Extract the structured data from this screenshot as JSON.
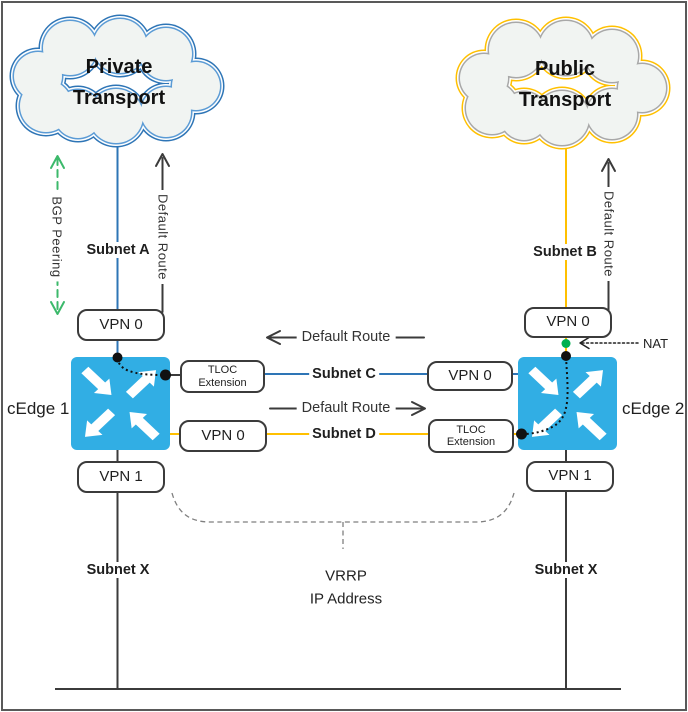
{
  "clouds": {
    "private": {
      "line1": "Private",
      "line2": "Transport"
    },
    "public": {
      "line1": "Public",
      "line2": "Transport"
    }
  },
  "devices": {
    "cedge1": {
      "label": "cEdge 1"
    },
    "cedge2": {
      "label": "cEdge 2"
    }
  },
  "interface_boxes": {
    "vpn0_private": "VPN 0",
    "vpn0_public": "VPN 0",
    "vpn0_mid_right": "VPN 0",
    "vpn0_mid_left": "VPN 0",
    "vpn1_left": "VPN 1",
    "vpn1_right": "VPN 1",
    "tloc_left": {
      "line1": "TLOC",
      "line2": "Extension"
    },
    "tloc_right": {
      "line1": "TLOC",
      "line2": "Extension"
    }
  },
  "subnets": {
    "a": "Subnet A",
    "b": "Subnet B",
    "c": "Subnet C",
    "d": "Subnet D",
    "x_left": "Subnet X",
    "x_right": "Subnet X"
  },
  "annotations": {
    "bgp_peering": "BGP Peering",
    "default_route_private": "Default Route",
    "default_route_public": "Default Route",
    "default_route_left_arrow": "Default Route",
    "default_route_right_arrow": "Default Route",
    "nat": "NAT",
    "vrrp": {
      "line1": "VRRP",
      "line2": "IP Address"
    }
  },
  "colors": {
    "private_transport_blue": "#2E75B6",
    "public_transport_yellow": "#FFC000",
    "router_fill_blue": "#31AEE4",
    "bgp_green": "#3CB96B",
    "nat_dot_green": "#00B050",
    "line_dark": "#404040"
  }
}
